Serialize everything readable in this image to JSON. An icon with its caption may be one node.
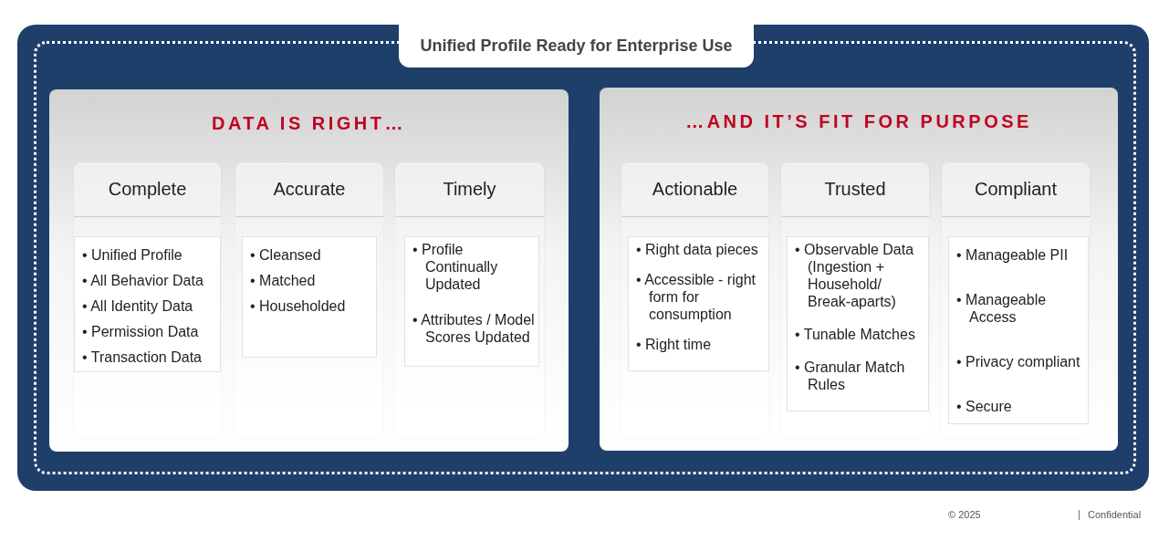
{
  "diagram": {
    "nodes": [
      {
        "text": [
          "Unified Profile Ready for Enterprise Use"
        ]
      },
      {
        "text": [
          "DATA IS RIGHT…"
        ],
        "in": 0
      },
      {
        "text": [
          "Complete",
          "• Unified Profile",
          "• All Behavior Data",
          "• All Identity Data",
          "• Permission Data",
          "• Transaction Data"
        ],
        "in": 1
      },
      {
        "text": [
          "Accurate",
          "• Cleansed",
          "• Matched",
          "• Householded"
        ],
        "in": 1
      },
      {
        "text": [
          "Timely",
          "• Profile Continually Updated",
          "• Attributes / Model Scores Updated"
        ],
        "in": 1
      },
      {
        "text": [
          "…AND IT’S FIT FOR PURPOSE"
        ],
        "in": 0
      },
      {
        "text": [
          "Actionable",
          "• Right data pieces",
          "• Accessible - right form for consumption",
          "• Right time"
        ],
        "in": 5
      },
      {
        "text": [
          "Trusted",
          "• Observable Data (Ingestion + Household/ Break-aparts)",
          "• Tunable Matches",
          "• Granular Match Rules"
        ],
        "in": 5
      },
      {
        "text": [
          "Compliant",
          "• Manageable PII",
          "• Manageable Access",
          "• Privacy compliant",
          "• Secure"
        ],
        "in": 5
      }
    ],
    "labels": [
      "© 2025",
      "Confidential"
    ]
  }
}
